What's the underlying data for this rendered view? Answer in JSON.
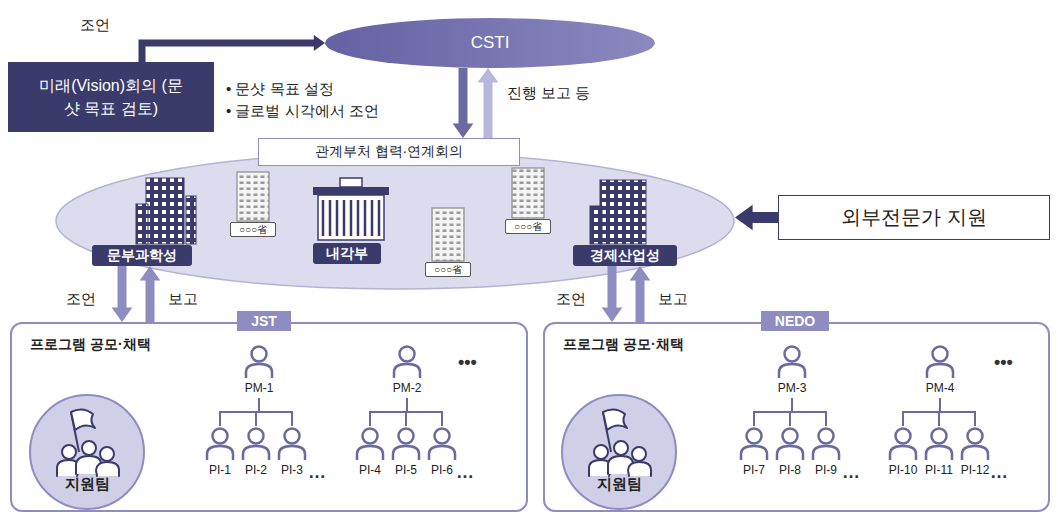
{
  "diagram": {
    "nodes": [
      {
        "text": [
          "미래(Vision)회의 (문샷 목표 검토)"
        ]
      },
      {
        "text": [
          "CSTI"
        ]
      },
      {
        "text": [
          "관계부처 협력·연계회의"
        ]
      },
      {
        "text": [
          "문부과학성"
        ],
        "in": 2
      },
      {
        "text": [
          "○○○省"
        ],
        "in": 2
      },
      {
        "text": [
          "내각부"
        ],
        "in": 2
      },
      {
        "text": [
          "○○○省"
        ],
        "in": 2
      },
      {
        "text": [
          "○○○省"
        ],
        "in": 2
      },
      {
        "text": [
          "경제산업성"
        ],
        "in": 2
      },
      {
        "text": [
          "외부전문가 지원"
        ]
      },
      {
        "text": [
          "JST",
          "프로그램 공모·채택"
        ]
      },
      {
        "text": [
          "지원팀"
        ],
        "in": 10
      },
      {
        "text": [
          "PM-1"
        ],
        "in": 10
      },
      {
        "text": [
          "PM-2"
        ],
        "in": 10
      },
      {
        "text": [
          "PI-1"
        ],
        "in": 10
      },
      {
        "text": [
          "PI-2"
        ],
        "in": 10
      },
      {
        "text": [
          "PI-3"
        ],
        "in": 10
      },
      {
        "text": [
          "PI-4"
        ],
        "in": 10
      },
      {
        "text": [
          "PI-5"
        ],
        "in": 10
      },
      {
        "text": [
          "PI-6"
        ],
        "in": 10
      },
      {
        "text": [
          "NEDO",
          "프로그램 공모·채택"
        ]
      },
      {
        "text": [
          "지원팀"
        ],
        "in": 20
      },
      {
        "text": [
          "PM-3"
        ],
        "in": 20
      },
      {
        "text": [
          "PM-4"
        ],
        "in": 20
      },
      {
        "text": [
          "PI-7"
        ],
        "in": 20
      },
      {
        "text": [
          "PI-8"
        ],
        "in": 20
      },
      {
        "text": [
          "PI-9"
        ],
        "in": 20
      },
      {
        "text": [
          "PI-10"
        ],
        "in": 20
      },
      {
        "text": [
          "PI-11"
        ],
        "in": 20
      },
      {
        "text": [
          "PI-12"
        ],
        "in": 20
      }
    ],
    "edges": [
      {
        "from": 0,
        "to": 1,
        "label": "조언",
        "arrow": "to"
      },
      {
        "from": 1,
        "to": 2,
        "arrow": "to"
      },
      {
        "from": 2,
        "to": 1,
        "label": "진행 보고 등",
        "arrow": "to"
      },
      {
        "from": 9,
        "to": 2,
        "arrow": "to"
      },
      {
        "from": 3,
        "to": 10,
        "label": "조언",
        "arrow": "to"
      },
      {
        "from": 10,
        "to": 3,
        "label": "보고",
        "arrow": "to"
      },
      {
        "from": 8,
        "to": 20,
        "label": "조언",
        "arrow": "to"
      },
      {
        "from": 20,
        "to": 8,
        "label": "보고",
        "arrow": "to"
      },
      {
        "from": 12,
        "to": 14,
        "arrow": "none"
      },
      {
        "from": 12,
        "to": 15,
        "arrow": "none"
      },
      {
        "from": 12,
        "to": 16,
        "arrow": "none"
      },
      {
        "from": 13,
        "to": 17,
        "arrow": "none"
      },
      {
        "from": 13,
        "to": 18,
        "arrow": "none"
      },
      {
        "from": 13,
        "to": 19,
        "arrow": "none"
      },
      {
        "from": 22,
        "to": 24,
        "arrow": "none"
      },
      {
        "from": 22,
        "to": 25,
        "arrow": "none"
      },
      {
        "from": 22,
        "to": 26,
        "arrow": "none"
      },
      {
        "from": 23,
        "to": 27,
        "arrow": "none"
      },
      {
        "from": 23,
        "to": 28,
        "arrow": "none"
      },
      {
        "from": 23,
        "to": 29,
        "arrow": "none"
      }
    ],
    "labels": [
      "• 문샷 목표 설정",
      "• 글로벌 시각에서 조언",
      "•••",
      "…",
      "…",
      "•••",
      "…",
      "…"
    ]
  }
}
